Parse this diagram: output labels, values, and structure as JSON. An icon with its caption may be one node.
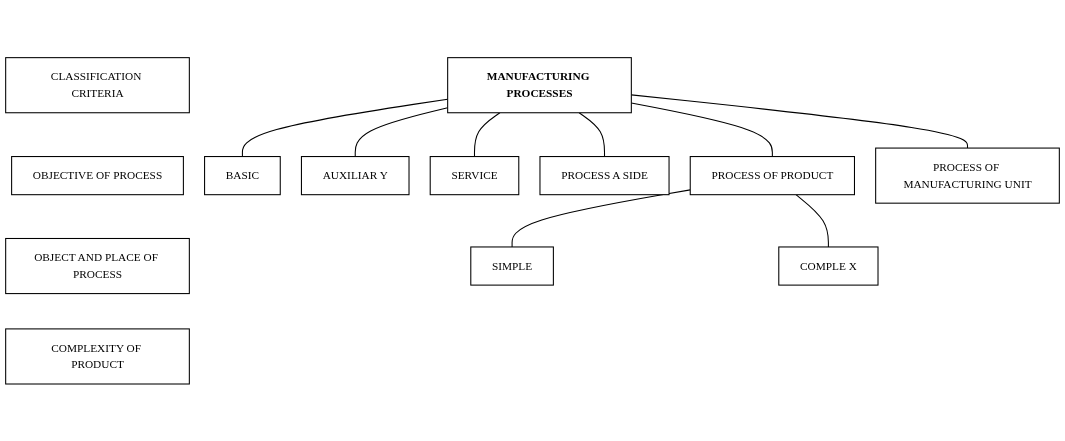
{
  "diagram": {
    "nodes": [
      {
        "text": [
          "CLASSIFICATION CRITERIA"
        ]
      },
      {
        "text": [
          "OBJECTIVE OF PROCESS"
        ]
      },
      {
        "text": [
          "OBJECT AND PLACE OF PROCESS"
        ]
      },
      {
        "text": [
          "COMPLEXITY OF PRODUCT"
        ]
      },
      {
        "text": [
          "MANUFACTURING PROCESSES"
        ]
      },
      {
        "text": [
          "BASIC"
        ]
      },
      {
        "text": [
          "AUXILIAR Y"
        ]
      },
      {
        "text": [
          "SERVICE"
        ]
      },
      {
        "text": [
          "PROCESS A SIDE"
        ]
      },
      {
        "text": [
          "PROCESS OF PRODUCT"
        ]
      },
      {
        "text": [
          "PROCESS OF MANUFACTURING UNIT"
        ]
      },
      {
        "text": [
          "SIMPLE"
        ]
      },
      {
        "text": [
          "COMPLE X"
        ]
      }
    ],
    "edges": [
      {
        "from": 4,
        "to": 5,
        "arrow": "none"
      },
      {
        "from": 4,
        "to": 6,
        "arrow": "none"
      },
      {
        "from": 4,
        "to": 7,
        "arrow": "none"
      },
      {
        "from": 4,
        "to": 8,
        "arrow": "none"
      },
      {
        "from": 4,
        "to": 9,
        "arrow": "none"
      },
      {
        "from": 4,
        "to": 10,
        "arrow": "none"
      },
      {
        "from": 9,
        "to": 11,
        "arrow": "none"
      },
      {
        "from": 9,
        "to": 12,
        "arrow": "none"
      }
    ]
  }
}
